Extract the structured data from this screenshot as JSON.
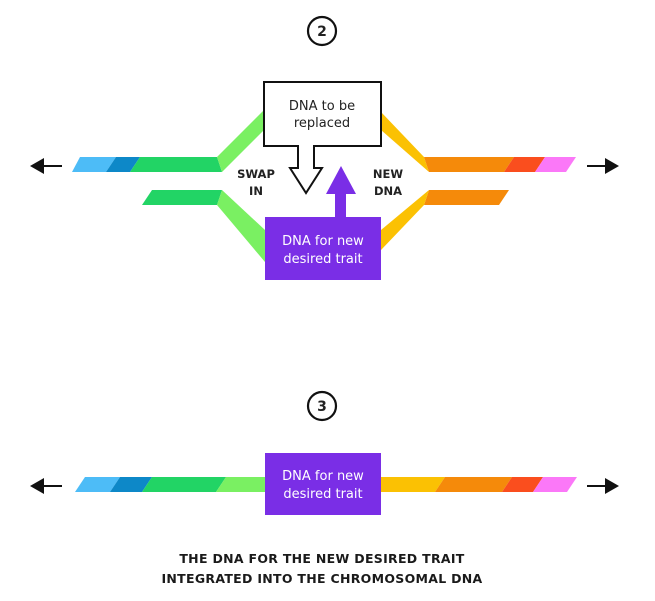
{
  "colors": {
    "light_blue": "#4dbcf7",
    "dark_blue": "#0d88c8",
    "green": "#22d465",
    "light_green": "#7af062",
    "yellow": "#fbc103",
    "orange": "#f58a0a",
    "red_orange": "#fa4e1e",
    "pink": "#fb78f8",
    "purple": "#7a2ee6",
    "black": "#111111"
  },
  "step2": {
    "number": "2",
    "replaced_box": {
      "line1": "DNA to be",
      "line2": "replaced"
    },
    "new_trait_box": {
      "line1": "DNA for new",
      "line2": "desired trait"
    },
    "swap_label": {
      "line1": "SWAP",
      "line2": "IN"
    },
    "new_dna_label": {
      "line1": "NEW",
      "line2": "DNA"
    }
  },
  "step3": {
    "number": "3",
    "new_trait_box": {
      "line1": "DNA for new",
      "line2": "desired trait"
    },
    "caption": {
      "line1": "THE DNA FOR THE NEW DESIRED TRAIT",
      "line2": "INTEGRATED INTO THE CHROMOSOMAL DNA"
    }
  }
}
